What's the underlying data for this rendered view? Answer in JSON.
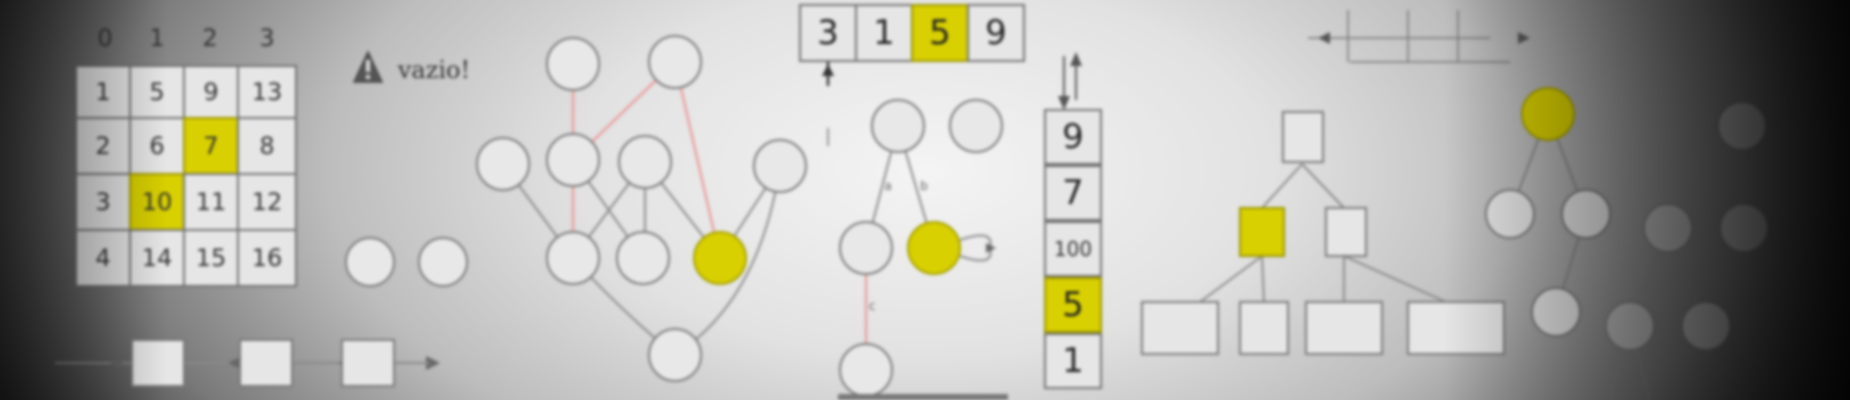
{
  "banner": {
    "warning_text": "vazio!"
  },
  "matrix": {
    "column_headers": [
      "0",
      "1",
      "2",
      "3"
    ],
    "row_headers": [
      "",
      "",
      "",
      ""
    ],
    "rows": [
      [
        "1",
        "5",
        "9",
        "13"
      ],
      [
        "2",
        "6",
        "7",
        "8"
      ],
      [
        "3",
        "10",
        "11",
        "12"
      ],
      [
        "4",
        "14",
        "15",
        "16"
      ]
    ]
  },
  "array": {
    "cells": [
      "3",
      "1",
      "5",
      "9"
    ]
  },
  "stack": {
    "cells": [
      "9",
      "7",
      "100",
      "5",
      "1"
    ]
  },
  "colors": {
    "highlight": "#d8d000",
    "edge": "#8a8a8a",
    "path_edge": "#e9a0a0",
    "node_fill": "#e8e8e8"
  }
}
